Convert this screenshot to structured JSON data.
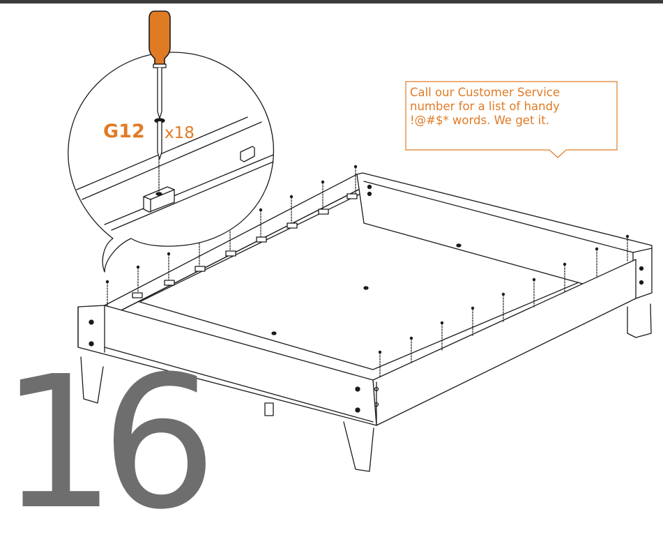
{
  "step": {
    "number": "16"
  },
  "hardware": {
    "part_code": "G12",
    "quantity": "x18",
    "tool": "screwdriver-icon"
  },
  "callout": {
    "lines": [
      "Call our Customer Service",
      "number for a list of handy",
      "!@#$* words. We get it."
    ]
  },
  "colors": {
    "accent": "#e07b25",
    "step_number": "#6e6e6e",
    "line_art": "#1a1a1a",
    "top_rule": "#3c3c3c"
  }
}
